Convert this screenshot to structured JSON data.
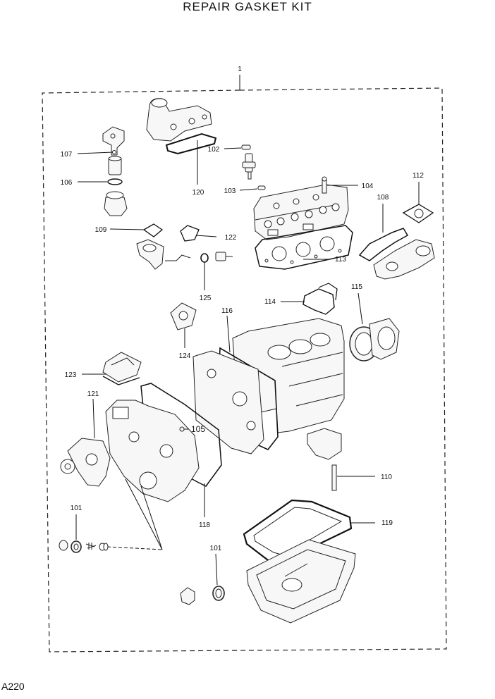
{
  "page": {
    "title": "REPAIR GASKET KIT",
    "page_ref": "A220"
  },
  "callouts": {
    "c1": "1",
    "c101a": "101",
    "c101b": "101",
    "c102": "102",
    "c103": "103",
    "c104": "104",
    "c105": "105",
    "c106": "106",
    "c107": "107",
    "c108": "108",
    "c109": "109",
    "c110": "110",
    "c112": "112",
    "c113": "113",
    "c114": "114",
    "c115": "115",
    "c116": "116",
    "c118": "118",
    "c119": "119",
    "c120": "120",
    "c121": "121",
    "c122": "122",
    "c123": "123",
    "c124": "124",
    "c125": "125"
  }
}
